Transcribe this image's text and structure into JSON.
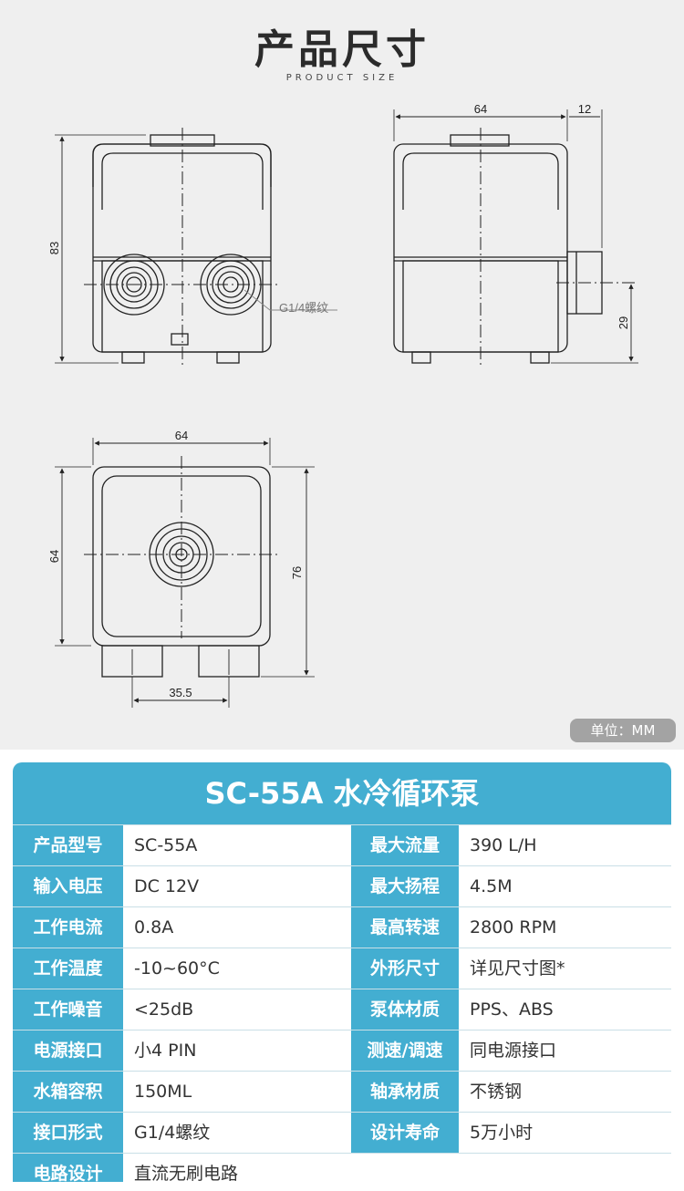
{
  "header": {
    "title": "产品尺寸",
    "subtitle": "PRODUCT SIZE"
  },
  "drawing": {
    "dims": {
      "front_height": "83",
      "thread_label": "G1/4螺纹",
      "side_width": "64",
      "side_depth": "12",
      "side_port_height": "29",
      "top_width": "64",
      "top_depth": "64",
      "top_total": "76",
      "port_spacing": "35.5"
    }
  },
  "unit_badge": "单位：MM",
  "specs": {
    "title": "SC-55A 水冷循环泵",
    "rows": [
      {
        "l1": "产品型号",
        "v1": "SC-55A",
        "l2": "最大流量",
        "v2": "390 L/H"
      },
      {
        "l1": "输入电压",
        "v1": "DC 12V",
        "l2": "最大扬程",
        "v2": "4.5M"
      },
      {
        "l1": "工作电流",
        "v1": "0.8A",
        "l2": "最高转速",
        "v2": "2800 RPM"
      },
      {
        "l1": "工作温度",
        "v1": "-10~60°C",
        "l2": "外形尺寸",
        "v2": "详见尺寸图*"
      },
      {
        "l1": "工作噪音",
        "v1": "<25dB",
        "l2": "泵体材质",
        "v2": "PPS、ABS"
      },
      {
        "l1": "电源接口",
        "v1": "小4 PIN",
        "l2": "测速/调速",
        "v2": "同电源接口"
      },
      {
        "l1": "水箱容积",
        "v1": "150ML",
        "l2": "轴承材质",
        "v2": "不锈钢"
      },
      {
        "l1": "接口形式",
        "v1": "G1/4螺纹",
        "l2": "设计寿命",
        "v2": "5万小时"
      },
      {
        "l1": "电路设计",
        "v1": "直流无刷电路"
      }
    ]
  }
}
